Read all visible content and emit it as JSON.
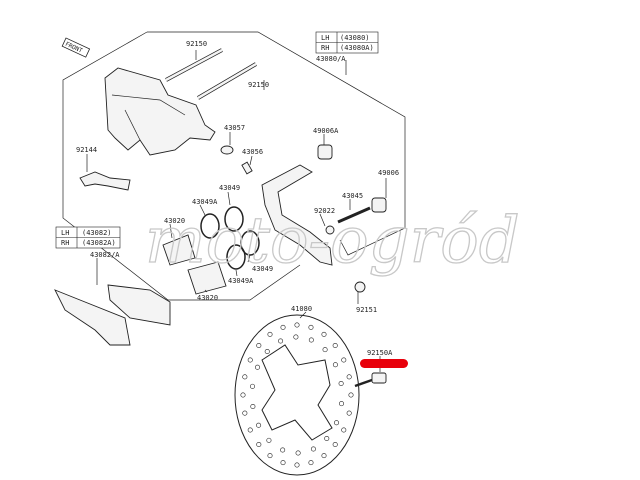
{
  "watermark": "moto-ogród",
  "front_marker": "FRONT",
  "caliper_table": {
    "rows": [
      {
        "side": "LH",
        "part": "(43080)"
      },
      {
        "side": "RH",
        "part": "(43080A)"
      }
    ],
    "assembly": "43080/A"
  },
  "pad_table": {
    "rows": [
      {
        "side": "LH",
        "part": "(43082)"
      },
      {
        "side": "RH",
        "part": "(43082A)"
      }
    ],
    "assembly": "43082/A"
  },
  "labels": {
    "pin_top": "92150",
    "pin_second": "92150",
    "spring": "43057",
    "bleeder_cap": "43056",
    "boot_a": "49006A",
    "pad_spring": "92144",
    "boot": "49006",
    "pin_bolt": "43045",
    "collar": "92022",
    "seal_top": "43049",
    "seal_a_top": "43049A",
    "piston_top": "43020",
    "seal_bottom": "43049",
    "seal_a_bottom": "43049A",
    "piston_bottom": "43020",
    "disc": "41080",
    "bolt": "92151",
    "disc_bolt": "92150A"
  },
  "highlight_color": "#e8000b"
}
